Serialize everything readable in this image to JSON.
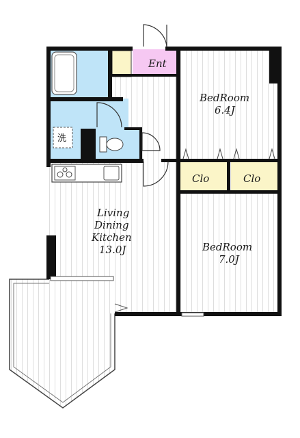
{
  "rooms": {
    "entrance": {
      "label": "Ent",
      "color": "#f6c8f2"
    },
    "bedroom1": {
      "name": "BedRoom",
      "size": "6.4J"
    },
    "bedroom2": {
      "name": "BedRoom",
      "size": "7.0J"
    },
    "closet1": {
      "label": "Clo"
    },
    "closet2": {
      "label": "Clo"
    },
    "ldk": {
      "line1": "Living",
      "line2": "Dining",
      "line3": "Kitchen",
      "size": "13.0J"
    },
    "washer": {
      "label": "洗"
    }
  },
  "colors": {
    "wall": "#111111",
    "wet_area": "#bfe4f8",
    "closet": "#fbf5c8",
    "floor_line": "#b9b9b9",
    "entrance": "#f6c8f2"
  }
}
